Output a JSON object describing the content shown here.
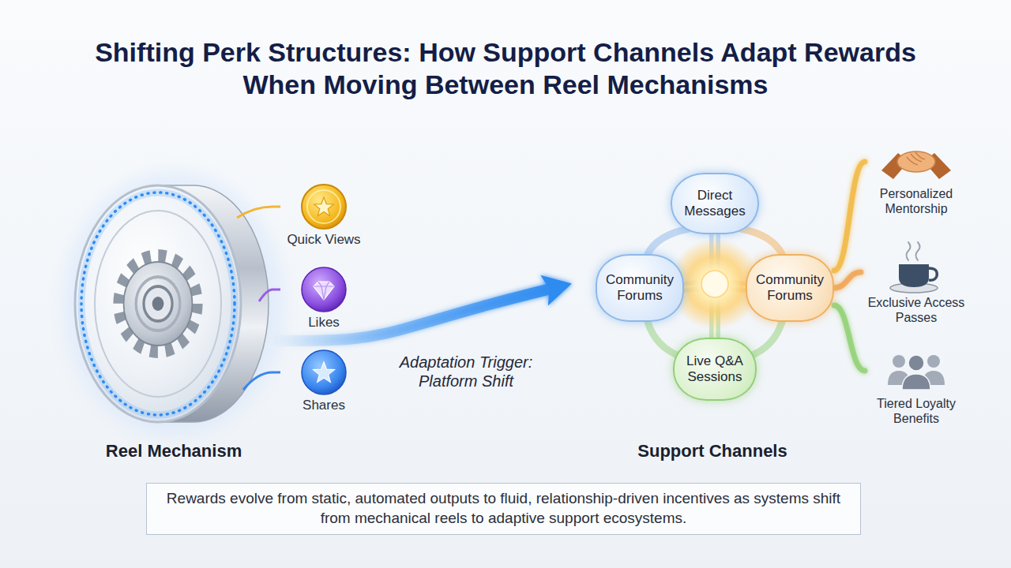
{
  "diagram": {
    "title": "Shifting Perk Structures: How Support Channels Adapt Rewards When Moving Between Reel Mechanisms",
    "caption": "Rewards evolve from static, automated outputs to fluid, relationship-driven incentives as systems shift from mechanical reels to adaptive support ecosystems.",
    "nodes": [
      {
        "text": [
          "Reel Mechanism"
        ]
      },
      {
        "text": [
          "Quick Views"
        ]
      },
      {
        "text": [
          "Likes"
        ]
      },
      {
        "text": [
          "Shares"
        ]
      },
      {
        "text": [
          "Support Channels"
        ]
      },
      {
        "text": [
          "Direct Messages"
        ],
        "in": 4
      },
      {
        "text": [
          "Community Forums"
        ],
        "in": 4
      },
      {
        "text": [
          "Community Forums"
        ],
        "in": 4
      },
      {
        "text": [
          "Live Q&A Sessions"
        ],
        "in": 4
      },
      {
        "text": [
          "Personalized Mentorship"
        ]
      },
      {
        "text": [
          "Exclusive Access Passes"
        ]
      },
      {
        "text": [
          "Tiered Loyalty Benefits"
        ]
      }
    ],
    "edges": [
      {
        "from": 0,
        "to": 1,
        "arrow": "none"
      },
      {
        "from": 0,
        "to": 2,
        "arrow": "none"
      },
      {
        "from": 0,
        "to": 3,
        "arrow": "none"
      },
      {
        "from": 0,
        "to": 4,
        "arrow": "to",
        "label": "Adaptation Trigger: Platform Shift"
      },
      {
        "from": 7,
        "to": 9,
        "arrow": "none"
      },
      {
        "from": 7,
        "to": 10,
        "arrow": "none"
      },
      {
        "from": 7,
        "to": 11,
        "arrow": "none"
      }
    ]
  }
}
